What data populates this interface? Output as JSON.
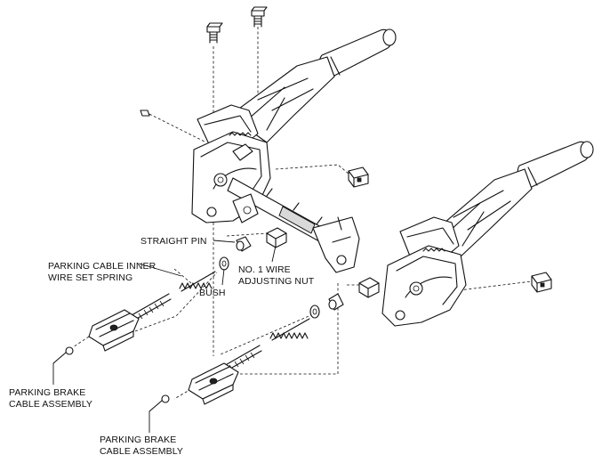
{
  "labels": {
    "straight_pin": "STRAIGHT PIN",
    "inner_spring_1": "PARKING CABLE INNER",
    "inner_spring_2": "WIRE SET SPRING",
    "bush": "BUSH",
    "adjusting_nut_1": "NO. 1 WIRE",
    "adjusting_nut_2": "ADJUSTING NUT",
    "cable_assy_a_1": "PARKING BRAKE",
    "cable_assy_a_2": "CABLE ASSEMBLY",
    "cable_assy_b_1": "PARKING BRAKE",
    "cable_assy_b_2": "CABLE ASSEMBLY"
  }
}
